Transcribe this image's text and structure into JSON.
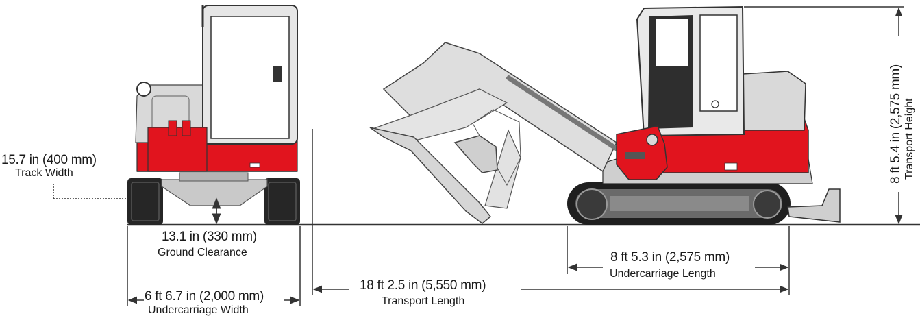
{
  "colors": {
    "body_red": "#e1141e",
    "body_grey": "#d9d9d9",
    "dark": "#2b2b2b",
    "line": "#3a3a3a",
    "background": "#ffffff"
  },
  "dimensions": {
    "track_width": {
      "value": "15.7 in (400 mm)",
      "name": "Track Width"
    },
    "ground_clearance": {
      "value": "13.1 in (330 mm)",
      "name": "Ground Clearance"
    },
    "undercarriage_width": {
      "value": "6 ft 6.7 in (2,000 mm)",
      "name": "Undercarriage Width"
    },
    "transport_length": {
      "value": "18 ft 2.5 in (5,550 mm)",
      "name": "Transport Length"
    },
    "undercarriage_length": {
      "value": "8 ft 5.3 in (2,575 mm)",
      "name": "Undercarriage Length"
    },
    "transport_height": {
      "value": "8 ft 5.4 in (2,575 mm)",
      "name": "Transport Height"
    }
  }
}
